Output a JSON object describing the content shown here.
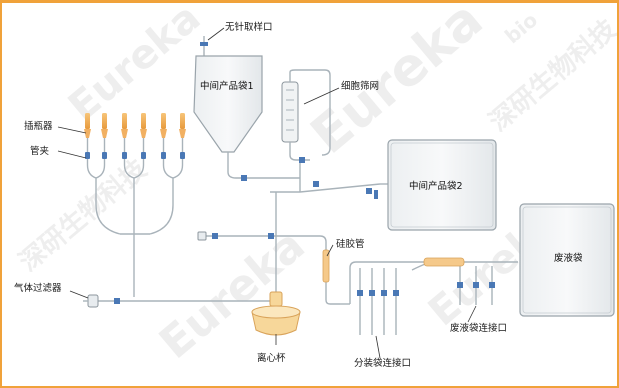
{
  "labels": {
    "needle_free_port": "无针取样口",
    "bag1": "中间产品袋1",
    "cell_strainer": "细胞筛网",
    "bottle_spike": "插瓶器",
    "tube_clamp": "管夹",
    "bag2": "中间产品袋2",
    "silicone_tube": "硅胶管",
    "waste_bag": "废液袋",
    "gas_filter": "气体过滤器",
    "waste_connector": "废液袋连接口",
    "centrifuge_cup": "离心杯",
    "split_connector": "分装袋连接口"
  },
  "watermark": {
    "brand": "Eureka",
    "cn": "深研生物科技",
    "suffix": "bio"
  },
  "colors": {
    "frame": "#f0a23a",
    "tube": "#a9b3ba",
    "spike": "#f2b25c",
    "clamp": "#4a78b5",
    "silicone": "#f5c98a"
  }
}
